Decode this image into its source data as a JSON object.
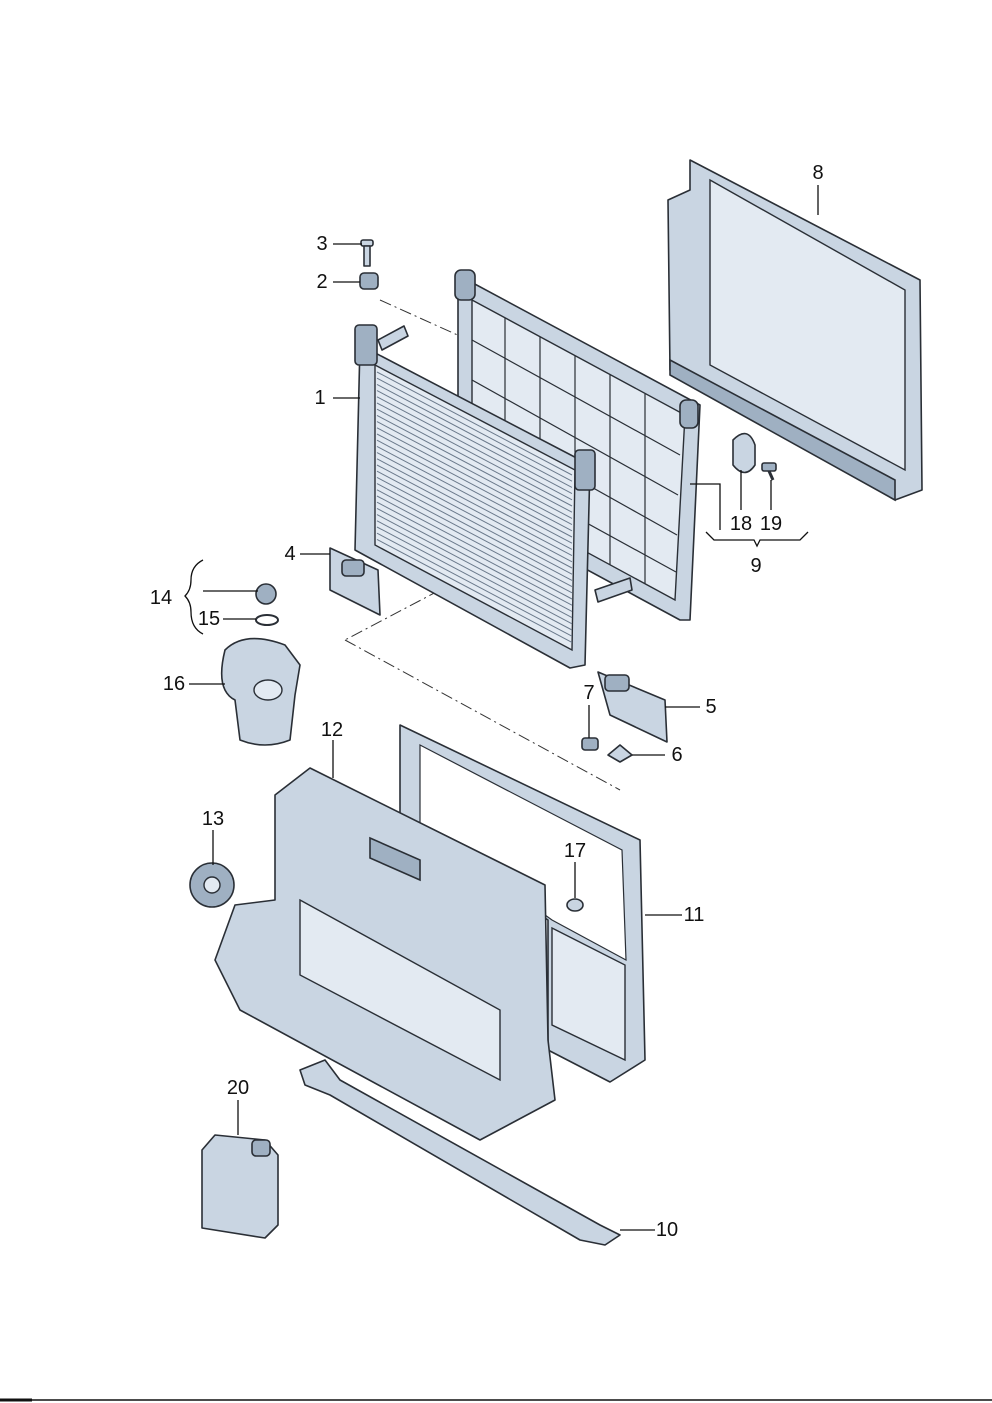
{
  "diagram": {
    "title": "Radiator and coolant expansion tank assembly exploded view",
    "callouts": [
      {
        "id": "1",
        "label": "1"
      },
      {
        "id": "2",
        "label": "2"
      },
      {
        "id": "3",
        "label": "3"
      },
      {
        "id": "4",
        "label": "4"
      },
      {
        "id": "5",
        "label": "5"
      },
      {
        "id": "6",
        "label": "6"
      },
      {
        "id": "7",
        "label": "7"
      },
      {
        "id": "8",
        "label": "8"
      },
      {
        "id": "9",
        "label": "9"
      },
      {
        "id": "10",
        "label": "10"
      },
      {
        "id": "11",
        "label": "11"
      },
      {
        "id": "12",
        "label": "12"
      },
      {
        "id": "13",
        "label": "13"
      },
      {
        "id": "14",
        "label": "14"
      },
      {
        "id": "15",
        "label": "15"
      },
      {
        "id": "16",
        "label": "16"
      },
      {
        "id": "17",
        "label": "17"
      },
      {
        "id": "18",
        "label": "18"
      },
      {
        "id": "19",
        "label": "19"
      },
      {
        "id": "20",
        "label": "20"
      }
    ],
    "colors": {
      "part": "#c9d5e2",
      "outline": "#2a2f36",
      "label": "#111111"
    }
  }
}
